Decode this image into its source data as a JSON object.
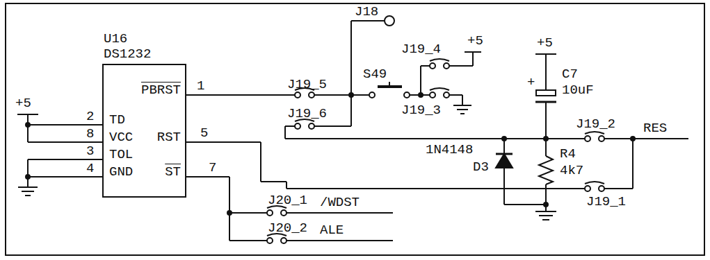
{
  "diagram": {
    "nodes": [
      {
        "text": [
          "U16",
          "DS1232",
          "PBRST",
          "TD",
          "VCC",
          "RST",
          "TOL",
          "GND",
          "ST"
        ]
      }
    ],
    "labels": [
      "+5",
      "2",
      "8",
      "3",
      "4",
      "1",
      "5",
      "7",
      "J18",
      "J19_5",
      "J19_6",
      "S49",
      "J19_4",
      "+5",
      "J19_3",
      "+5",
      "C7",
      "10uF",
      "+",
      "J19_2",
      "RES",
      "1N4148",
      "D3",
      "R4",
      "4k7",
      "J19_1",
      "J20_1",
      "/WDST",
      "J20_2",
      "ALE"
    ]
  }
}
